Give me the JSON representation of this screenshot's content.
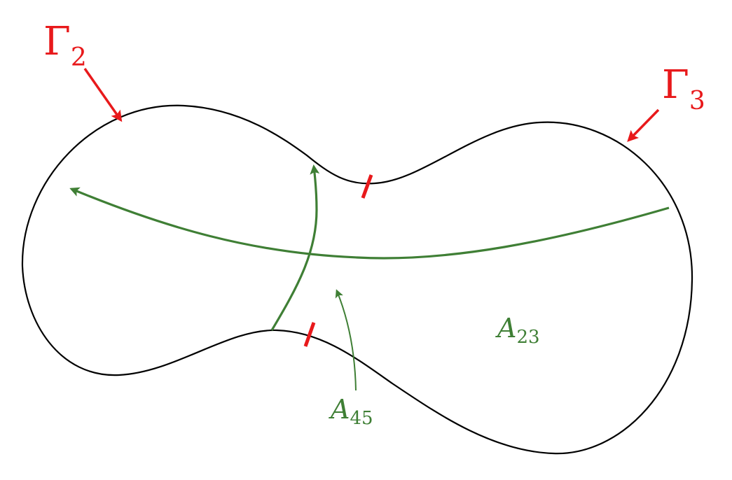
{
  "colors": {
    "outline": "#000000",
    "green": "#3f7f35",
    "red": "#e8191b",
    "background": "#ffffff"
  },
  "labels": {
    "gamma2": {
      "symbol": "Γ",
      "subscript": "2"
    },
    "gamma3": {
      "symbol": "Γ",
      "subscript": "3"
    },
    "a23": {
      "symbol": "A",
      "subscript": "23"
    },
    "a45": {
      "symbol": "A",
      "subscript": "45"
    }
  }
}
